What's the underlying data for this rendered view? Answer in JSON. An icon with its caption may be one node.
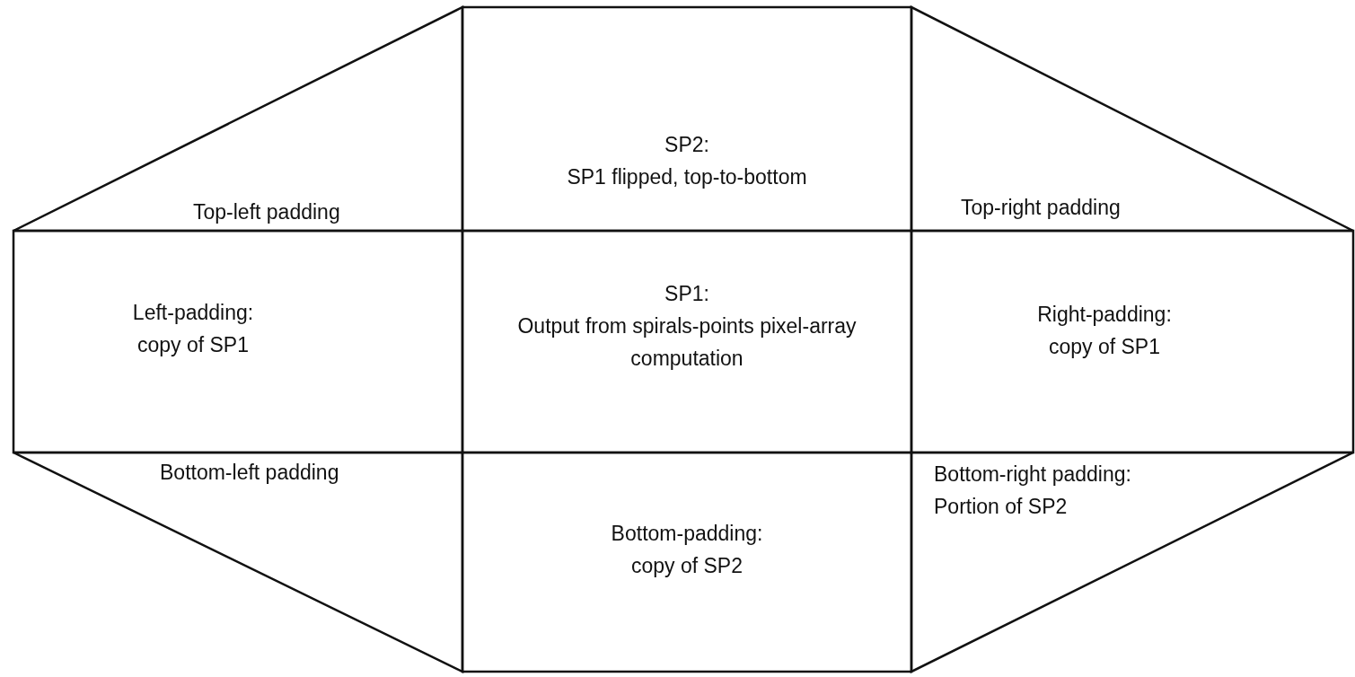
{
  "diagram": {
    "nodes": [
      {
        "text": [
          "Top-left padding"
        ]
      },
      {
        "text": [
          "SP2:",
          "SP1 flipped, top-to-bottom"
        ]
      },
      {
        "text": [
          "Top-right padding"
        ]
      },
      {
        "text": [
          "Left-padding:",
          "copy of SP1"
        ]
      },
      {
        "text": [
          "SP1:",
          "Output from spirals-points pixel-array computation"
        ]
      },
      {
        "text": [
          "Right-padding:",
          "copy of SP1"
        ]
      },
      {
        "text": [
          "Bottom-left padding"
        ]
      },
      {
        "text": [
          "Bottom-padding:",
          "copy of SP2"
        ]
      },
      {
        "text": [
          "Bottom-right padding:",
          "Portion of SP2"
        ]
      }
    ]
  }
}
